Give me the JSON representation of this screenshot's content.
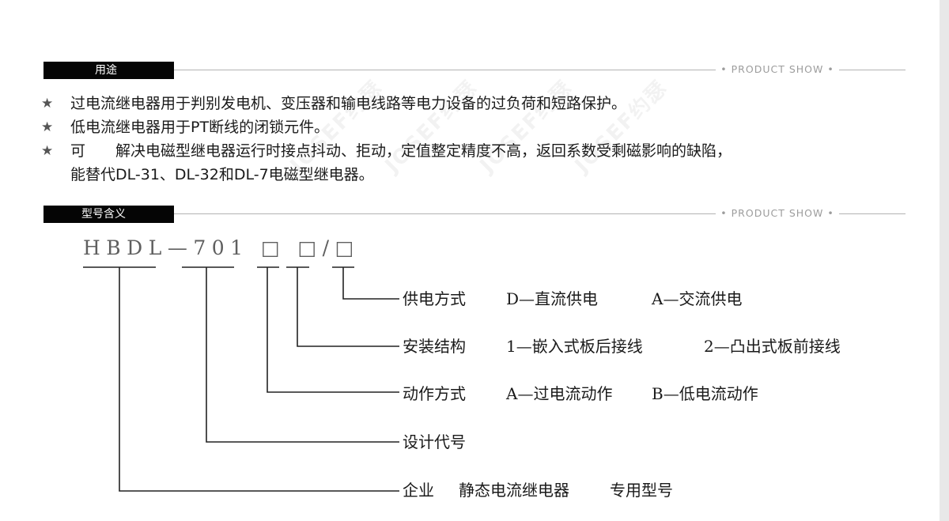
{
  "section_usage": {
    "title": "用途",
    "tag": "• PRODUCT SHOW •"
  },
  "usage_items": [
    {
      "bullet": "★",
      "text": "过电流继电器用于判别发电机、变压器和输电线路等电力设备的过负荷和短路保护。"
    },
    {
      "bullet": "★",
      "text": "低电流继电器用于PT断线的闭锁元件。"
    },
    {
      "bullet": "★",
      "text": "可　　解决电磁型继电器运行时接点抖动、拒动，定值整定精度不高，返回系数受剩磁影响的缺陷，"
    },
    {
      "bullet": "",
      "text": "能替代DL-31、DL-32和DL-7电磁型继电器。"
    }
  ],
  "section_model": {
    "title": "型号含义",
    "tag": "• PRODUCT SHOW •"
  },
  "model_code": "HBDL—701 □ □/□",
  "model_rows": [
    {
      "label": "供电方式",
      "opt1": "D—直流供电",
      "opt2": "A—交流供电"
    },
    {
      "label": "安装结构",
      "opt1": "1—嵌入式板后接线",
      "opt2": "2—凸出式板前接线"
    },
    {
      "label": "动作方式",
      "opt1": "A—过电流动作",
      "opt2": "B—低电流动作"
    },
    {
      "label": "设计代号",
      "opt1": "",
      "opt2": ""
    },
    {
      "label": "企业",
      "opt1": "静态电流继电器",
      "opt2": "专用型号"
    }
  ],
  "watermark": "JOSEF约瑟",
  "colors": {
    "tab_bg": "#050505",
    "rule": "#b3b3b3",
    "tag_text": "#9c9c9c",
    "model_code": "#5f5f5f"
  }
}
